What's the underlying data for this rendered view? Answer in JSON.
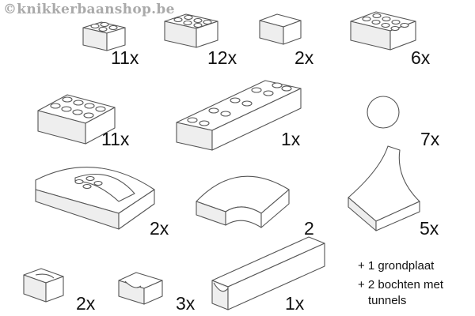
{
  "parts": [
    {
      "name": "brick-2x2",
      "qty": "11x"
    },
    {
      "name": "brick-2x3",
      "qty": "12x"
    },
    {
      "name": "smooth-block",
      "qty": "2x"
    },
    {
      "name": "brick-2x4",
      "qty": "6x"
    },
    {
      "name": "brick-2x4-large",
      "qty": "11x"
    },
    {
      "name": "brick-2x8",
      "qty": "1x"
    },
    {
      "name": "marble",
      "qty": "7x"
    },
    {
      "name": "funnel-curve",
      "qty": "2x"
    },
    {
      "name": "curve",
      "qty": "2"
    },
    {
      "name": "slope-chute",
      "qty": "5x"
    },
    {
      "name": "corner-chute",
      "qty": "2x"
    },
    {
      "name": "short-chute",
      "qty": "3x"
    },
    {
      "name": "long-chute",
      "qty": "1x"
    }
  ],
  "notes": [
    "+ 1 grondplaat",
    "+ 2 bochten met",
    "tunnels"
  ],
  "watermark": "©knikkerbaanshop.be"
}
